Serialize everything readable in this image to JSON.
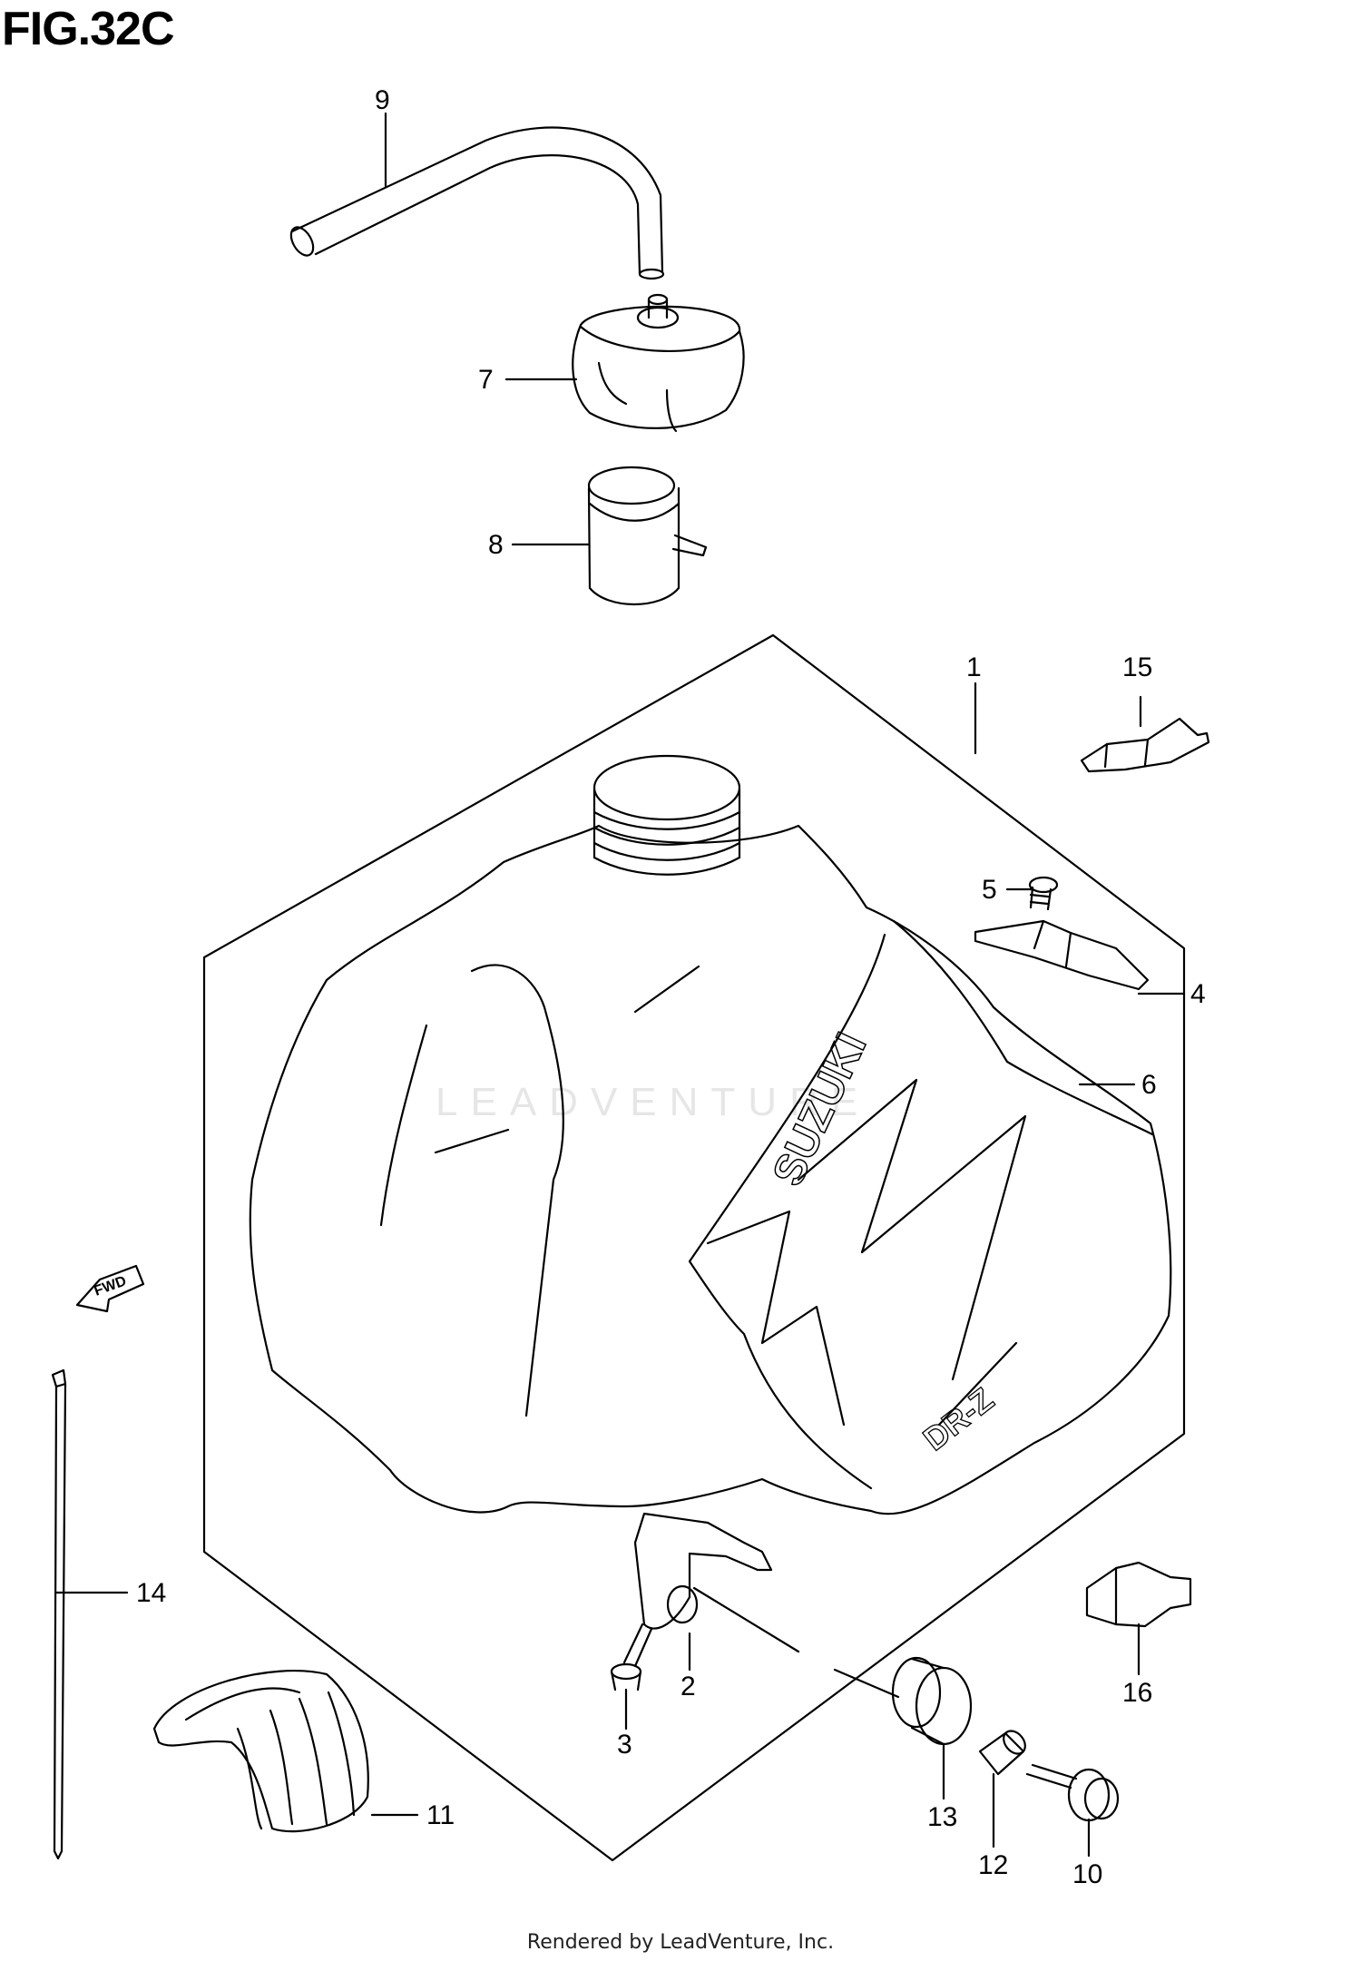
{
  "figure": {
    "title": "FIG.32C",
    "footer": "Rendered by LeadVenture, Inc.",
    "watermark": "LEADVENTURE",
    "fwd_label": "FWD",
    "tank_brand": "SUZUKI",
    "tank_model": "DR-Z"
  },
  "callouts": {
    "c1": "1",
    "c2": "2",
    "c3": "3",
    "c4": "4",
    "c5": "5",
    "c6": "6",
    "c7": "7",
    "c8": "8",
    "c9": "9",
    "c10": "10",
    "c11": "11",
    "c12": "12",
    "c13": "13",
    "c14": "14",
    "c15": "15",
    "c16": "16"
  },
  "colors": {
    "line": "#000000",
    "background": "#ffffff",
    "watermark": "#e6e6e6"
  }
}
